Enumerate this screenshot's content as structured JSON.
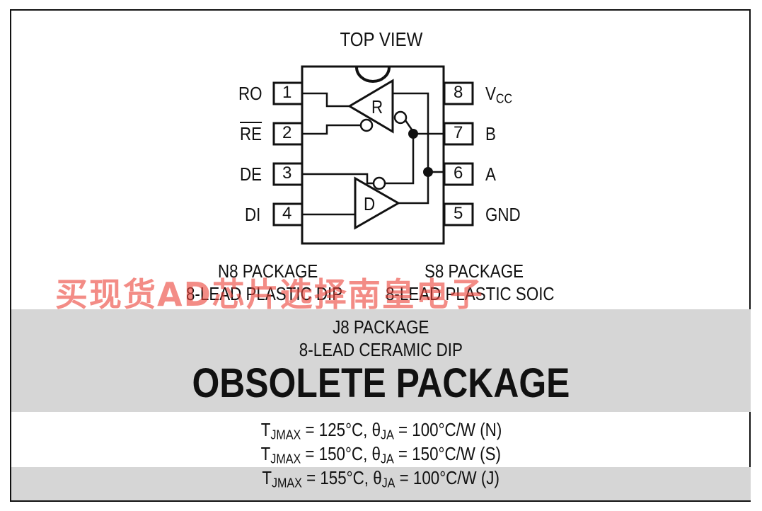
{
  "header": {
    "title": "TOP VIEW"
  },
  "pins_left": [
    {
      "num": "1",
      "name": "RO"
    },
    {
      "num": "2",
      "name": "RE",
      "overbar": true
    },
    {
      "num": "3",
      "name": "DE"
    },
    {
      "num": "4",
      "name": "DI"
    }
  ],
  "pins_right": [
    {
      "num": "8",
      "name_main": "V",
      "name_sub": "CC"
    },
    {
      "num": "7",
      "name": "B"
    },
    {
      "num": "6",
      "name": "A"
    },
    {
      "num": "5",
      "name": "GND"
    }
  ],
  "blocks": {
    "receiver": "R",
    "driver": "D"
  },
  "packages": {
    "n8": {
      "line1": "N8 PACKAGE",
      "line2": "8-LEAD PLASTIC DIP"
    },
    "s8": {
      "line1": "S8 PACKAGE",
      "line2": "8-LEAD PLASTIC SOIC"
    },
    "j8": {
      "line1": "J8 PACKAGE",
      "line2": "8-LEAD CERAMIC DIP",
      "status": "OBSOLETE PACKAGE"
    }
  },
  "thermal": [
    {
      "t_sym": "T",
      "t_sub": "JMAX",
      "t_val": " = 125°C, ",
      "th_sym": "θ",
      "th_sub": "JA",
      "th_val": " = 100°C/W (N)"
    },
    {
      "t_sym": "T",
      "t_sub": "JMAX",
      "t_val": " = 150°C, ",
      "th_sym": "θ",
      "th_sub": "JA",
      "th_val": " = 150°C/W (S)"
    },
    {
      "t_sym": "T",
      "t_sub": "JMAX",
      "t_val": " = 155°C, ",
      "th_sym": "θ",
      "th_sub": "JA",
      "th_val": " = 100°C/W (J)"
    }
  ],
  "watermark": "买现货AD芯片选择南皇电子"
}
